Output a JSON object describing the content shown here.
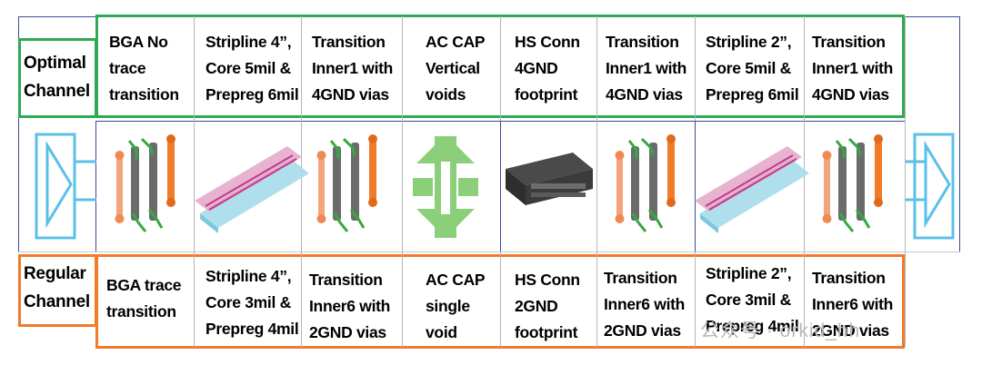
{
  "optimal": {
    "label": "Optimal\nChannel",
    "stages": [
      "BGA No\ntrace\ntransition",
      "Stripline 4”,\nCore 5mil &\nPrepreg 6mil",
      "Transition\nInner1 with\n4GND vias",
      "AC CAP\nVertical\nvoids",
      "HS Conn\n4GND\nfootprint",
      "Transition\nInner1 with\n4GND vias",
      "Stripline 2”,\nCore 5mil &\nPrepreg 6mil",
      "Transition\nInner1 with\n4GND vias"
    ]
  },
  "regular": {
    "label": "Regular\nChannel",
    "stages": [
      "BGA trace\ntransition",
      "Stripline 4”,\nCore 3mil &\nPrepreg 4mil",
      "Transition\nInner6 with\n2GND vias",
      "AC CAP\nsingle\nvoid",
      "HS Conn\n2GND\nfootprint",
      "Transition\nInner6 with\n2GND vias",
      "Stripline 2”,\nCore 3mil &\nPrepreg 4mil",
      "Transition\nInner6 with\n2GND vias"
    ]
  },
  "watermark": "公众号 · orkid_hh",
  "colors": {
    "optimal": "#2eaa55",
    "regular": "#f07b2a",
    "frame": "#3a4a9a",
    "buffer": "#5bc0e8"
  }
}
